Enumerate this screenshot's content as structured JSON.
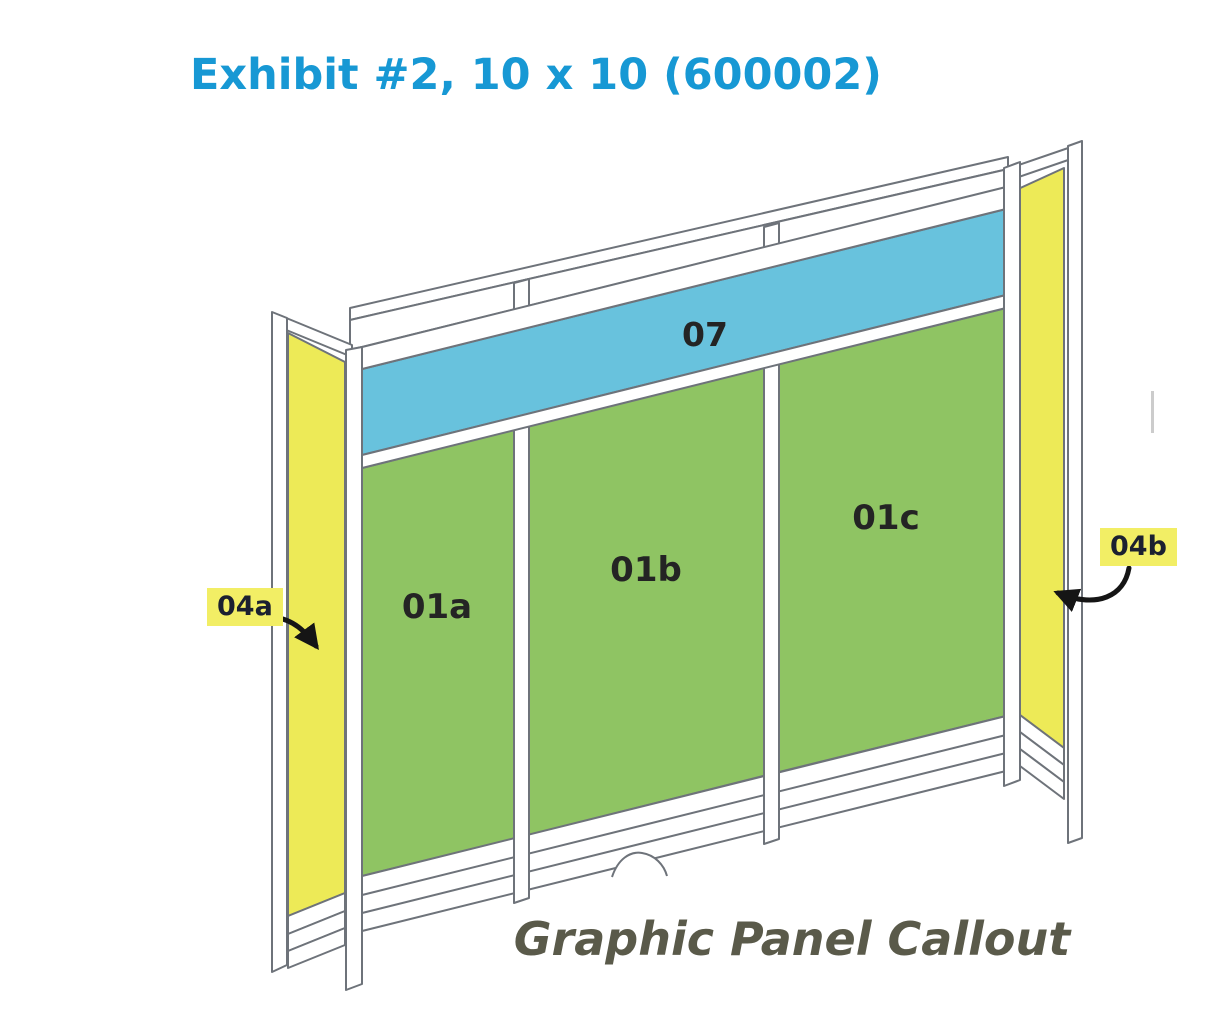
{
  "title": "Exhibit #2, 10 x 10 (600002)",
  "caption": "Graphic Panel Callout",
  "panels": {
    "header": "07",
    "left": "01a",
    "center": "01b",
    "right": "01c",
    "wing_left": "04a",
    "wing_right": "04b"
  },
  "colors": {
    "title": "#1798d4",
    "caption": "#5a5a4a",
    "panel_green": "#8fc463",
    "header_blue": "#68c2dd",
    "wing_yellow": "#edea57",
    "label_highlight": "#f2ee65",
    "frame_fill": "#ffffff",
    "frame_outline": "#6e737a",
    "panel_label": "#242424",
    "wing_label": "#1b2030",
    "arrow": "#151515",
    "background": "#ffffff"
  }
}
